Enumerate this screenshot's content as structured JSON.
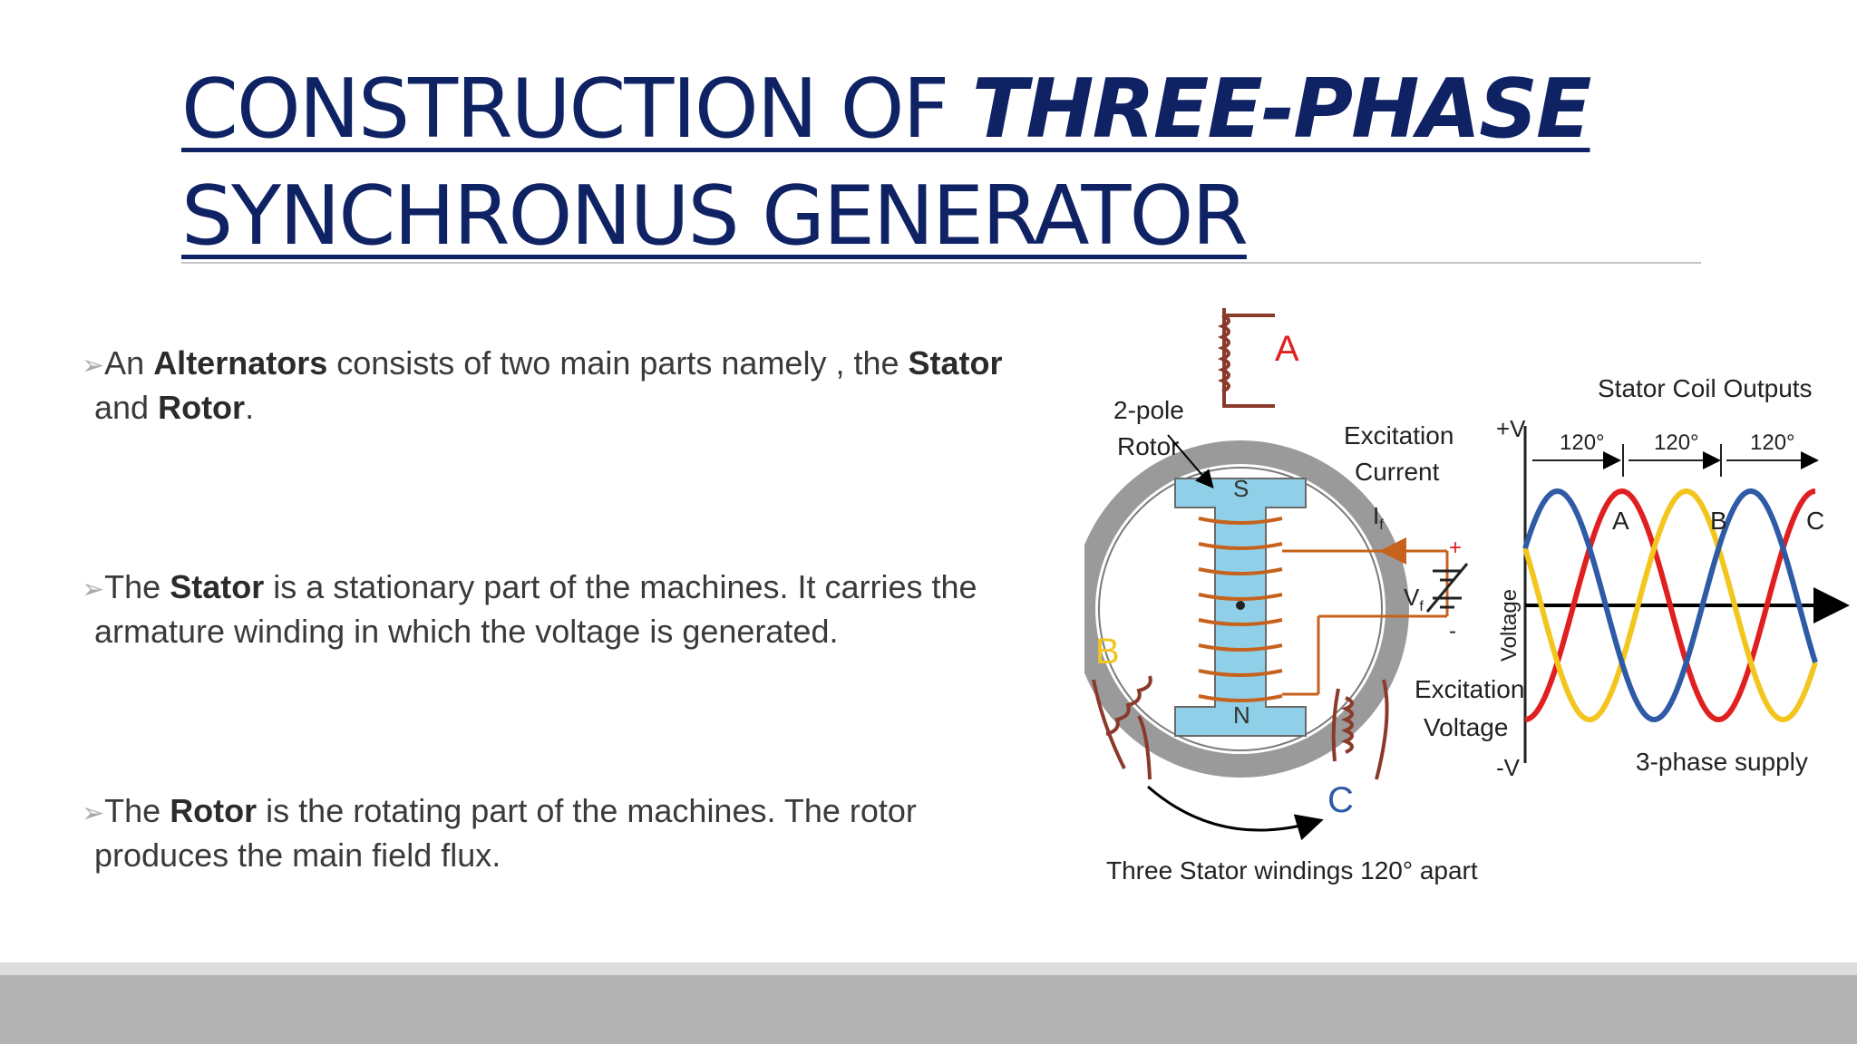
{
  "slide": {
    "title_part1": "CONSTRUCTION OF ",
    "title_emph": "THREE-PHASE",
    "title_line2": "SYNCHRONUS GENERATOR"
  },
  "bullets": [
    {
      "arrow": "➢",
      "t1": "An ",
      "b1": "Alternators",
      "t2": " consists of two main parts namely , the ",
      "b2": "Stator",
      "t3": " and ",
      "b3": "Rotor",
      "t4": "."
    },
    {
      "arrow": "➢",
      "t1": "The ",
      "b1": "Stator",
      "t2": " is a stationary part of the machines. It carries the armature winding in which the voltage is generated."
    },
    {
      "arrow": "➢",
      "t1": "The ",
      "b1": "Rotor",
      "t2": " is the rotating part of the machines. The rotor produces the main field flux."
    }
  ],
  "figure": {
    "left": {
      "coil_a": "A",
      "coil_b": "B",
      "coil_c": "C",
      "rotor_line1": "2-pole",
      "rotor_line2": "Rotor",
      "pole_s": "S",
      "pole_n": "N",
      "excitation_current_line1": "Excitation",
      "excitation_current_line2": "Current",
      "if_label": "I",
      "if_sub": "f",
      "vf_label": "V",
      "vf_sub": "f",
      "plus": "+",
      "minus": "-",
      "excitation_voltage_line1": "Excitation",
      "excitation_voltage_line2": "Voltage",
      "bottom_caption": "Three Stator windings 120° apart"
    },
    "right": {
      "title": "Stator Coil Outputs",
      "plus_v": "+V",
      "minus_v": "-V",
      "ylabel": "Voltage",
      "angle1": "120°",
      "angle2": "120°",
      "angle3": "120°",
      "phase_a": "A",
      "phase_b": "B",
      "phase_c": "C",
      "caption": "3-phase supply"
    },
    "colors": {
      "phase_a": "#e02020",
      "phase_b": "#f2c61f",
      "phase_c": "#2e5aa6",
      "wire": "#c7621c",
      "rotor": "#8fd0e8",
      "ring": "#9a9a9a",
      "coil": "#8a3a2a"
    }
  }
}
